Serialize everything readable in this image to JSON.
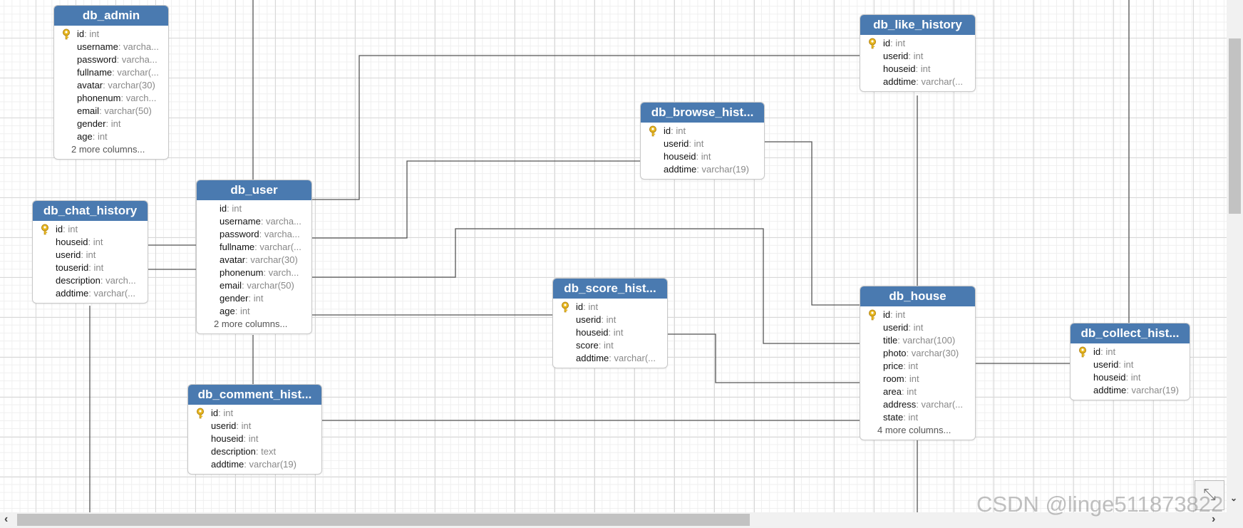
{
  "tables": [
    {
      "name": "db_admin",
      "columns": [
        {
          "name": "id",
          "type": "int",
          "pk": true
        },
        {
          "name": "username",
          "type": "varcha..."
        },
        {
          "name": "password",
          "type": "varcha..."
        },
        {
          "name": "fullname",
          "type": "varchar(..."
        },
        {
          "name": "avatar",
          "type": "varchar(30)"
        },
        {
          "name": "phonenum",
          "type": "varch..."
        },
        {
          "name": "email",
          "type": "varchar(50)"
        },
        {
          "name": "gender",
          "type": "int"
        },
        {
          "name": "age",
          "type": "int"
        }
      ],
      "more": "2 more columns..."
    },
    {
      "name": "db_chat_history",
      "columns": [
        {
          "name": "id",
          "type": "int",
          "pk": true
        },
        {
          "name": "houseid",
          "type": "int"
        },
        {
          "name": "userid",
          "type": "int"
        },
        {
          "name": "touserid",
          "type": "int"
        },
        {
          "name": "description",
          "type": "varch..."
        },
        {
          "name": "addtime",
          "type": "varchar(..."
        }
      ],
      "more": ""
    },
    {
      "name": "db_user",
      "columns": [
        {
          "name": "id",
          "type": "int"
        },
        {
          "name": "username",
          "type": "varcha..."
        },
        {
          "name": "password",
          "type": "varcha..."
        },
        {
          "name": "fullname",
          "type": "varchar(..."
        },
        {
          "name": "avatar",
          "type": "varchar(30)"
        },
        {
          "name": "phonenum",
          "type": "varch..."
        },
        {
          "name": "email",
          "type": "varchar(50)"
        },
        {
          "name": "gender",
          "type": "int"
        },
        {
          "name": "age",
          "type": "int"
        }
      ],
      "more": "2 more columns..."
    },
    {
      "name": "db_comment_hist...",
      "columns": [
        {
          "name": "id",
          "type": "int",
          "pk": true
        },
        {
          "name": "userid",
          "type": "int"
        },
        {
          "name": "houseid",
          "type": "int"
        },
        {
          "name": "description",
          "type": "text"
        },
        {
          "name": "addtime",
          "type": "varchar(19)"
        }
      ],
      "more": ""
    },
    {
      "name": "db_browse_hist...",
      "columns": [
        {
          "name": "id",
          "type": "int",
          "pk": true
        },
        {
          "name": "userid",
          "type": "int"
        },
        {
          "name": "houseid",
          "type": "int"
        },
        {
          "name": "addtime",
          "type": "varchar(19)"
        }
      ],
      "more": ""
    },
    {
      "name": "db_score_hist...",
      "columns": [
        {
          "name": "id",
          "type": "int",
          "pk": true
        },
        {
          "name": "userid",
          "type": "int"
        },
        {
          "name": "houseid",
          "type": "int"
        },
        {
          "name": "score",
          "type": "int"
        },
        {
          "name": "addtime",
          "type": "varchar(..."
        }
      ],
      "more": ""
    },
    {
      "name": "db_like_history",
      "columns": [
        {
          "name": "id",
          "type": "int",
          "pk": true
        },
        {
          "name": "userid",
          "type": "int"
        },
        {
          "name": "houseid",
          "type": "int"
        },
        {
          "name": "addtime",
          "type": "varchar(..."
        }
      ],
      "more": ""
    },
    {
      "name": "db_house",
      "columns": [
        {
          "name": "id",
          "type": "int",
          "pk": true
        },
        {
          "name": "userid",
          "type": "int"
        },
        {
          "name": "title",
          "type": "varchar(100)"
        },
        {
          "name": "photo",
          "type": "varchar(30)"
        },
        {
          "name": "price",
          "type": "int"
        },
        {
          "name": "room",
          "type": "int"
        },
        {
          "name": "area",
          "type": "int"
        },
        {
          "name": "address",
          "type": "varchar(..."
        },
        {
          "name": "state",
          "type": "int"
        }
      ],
      "more": "4 more columns..."
    },
    {
      "name": "db_collect_hist...",
      "columns": [
        {
          "name": "id",
          "type": "int",
          "pk": true
        },
        {
          "name": "userid",
          "type": "int"
        },
        {
          "name": "houseid",
          "type": "int"
        },
        {
          "name": "addtime",
          "type": "varchar(19)"
        }
      ],
      "more": ""
    }
  ],
  "watermark": "CSDN @linge511873822",
  "colors": {
    "header": "#4a7ab0",
    "line": "#555555",
    "key": "#e8b820"
  }
}
